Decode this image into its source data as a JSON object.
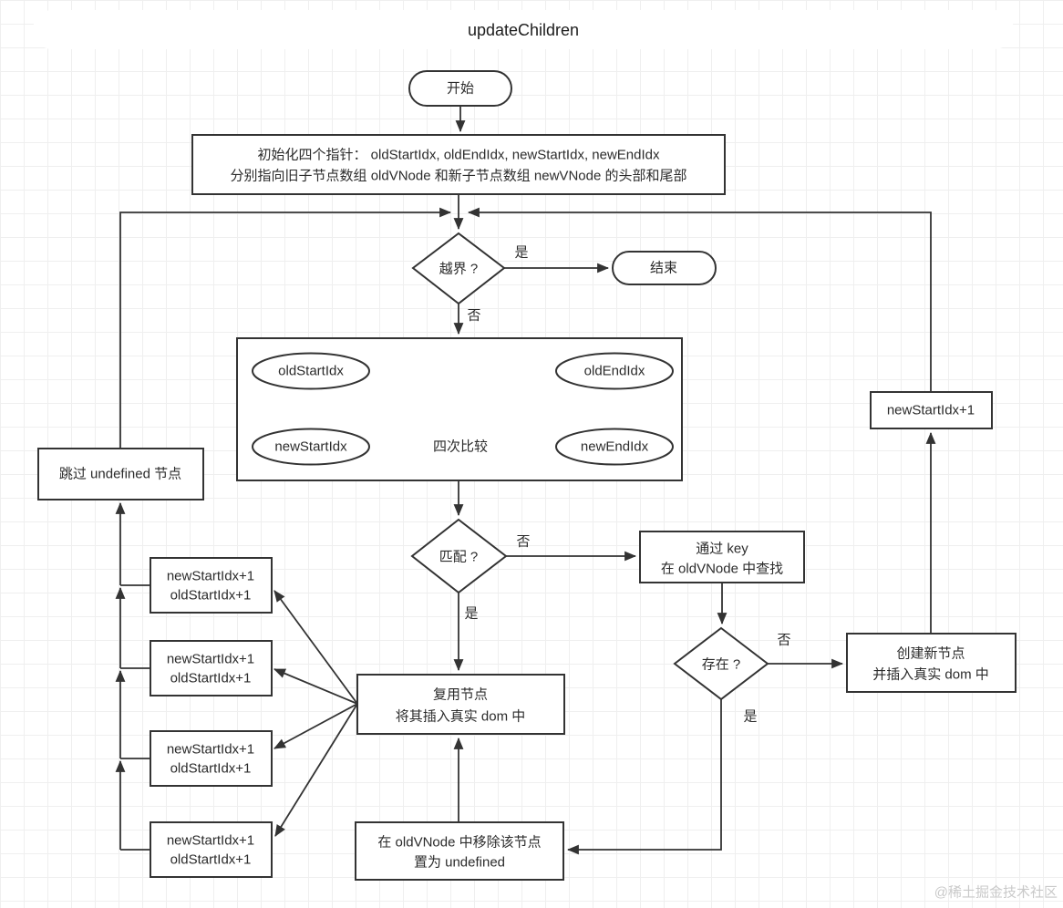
{
  "title": "updateChildren",
  "watermark": "@稀土掘金技术社区",
  "decision_labels": {
    "yes": "是",
    "no": "否"
  },
  "nodes": {
    "start": "开始",
    "init": {
      "line1": "初始化四个指针： oldStartIdx, oldEndIdx, newStartIdx, newEndIdx",
      "line2": "分别指向旧子节点数组 oldVNode 和新子节点数组 newVNode 的头部和尾部"
    },
    "out_of_bounds": "越界 ?",
    "end": "结束",
    "compare": {
      "old_start": "oldStartIdx",
      "old_end": "oldEndIdx",
      "new_start": "newStartIdx",
      "new_end": "newEndIdx",
      "caption": "四次比较"
    },
    "match": "匹配 ?",
    "find_by_key": {
      "line1": "通过 key",
      "line2": "在 oldVNode 中查找"
    },
    "exists": "存在 ?",
    "create_node": {
      "line1": "创建新节点",
      "line2": "并插入真实 dom 中"
    },
    "reuse_node": {
      "line1": "复用节点",
      "line2": "将其插入真实 dom 中"
    },
    "remove_node": {
      "line1": "在 oldVNode 中移除该节点",
      "line2": "置为 undefined"
    },
    "skip_undefined": "跳过 undefined 节点",
    "advance_new": "newStartIdx+1",
    "advance_pairs": [
      {
        "line1": "newStartIdx+1",
        "line2": "oldStartIdx+1"
      },
      {
        "line1": "newStartIdx+1",
        "line2": "oldStartIdx+1"
      },
      {
        "line1": "newStartIdx+1",
        "line2": "oldStartIdx+1"
      },
      {
        "line1": "newStartIdx+1",
        "line2": "oldStartIdx+1"
      }
    ]
  },
  "colors": {
    "title_bg": "#bce8eb",
    "stroke": "#333333"
  }
}
